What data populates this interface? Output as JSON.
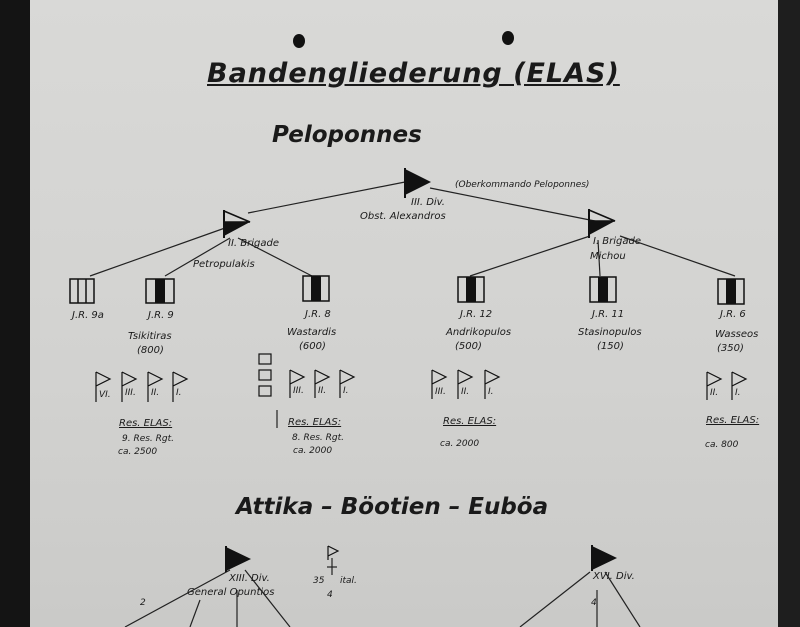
{
  "title": "Bandengliederung (ELAS)",
  "sections": {
    "peloponnes": {
      "heading": "Peloponnes",
      "division": {
        "label": "III. Div.",
        "commander": "Obst. Alexandros",
        "note": "(Oberkommando Peloponnes)"
      },
      "brigades": [
        {
          "label": "II. Brigade",
          "commander": "Petropulakis"
        },
        {
          "label": "I. Brigade",
          "commander": "Michou"
        }
      ],
      "regiments": [
        {
          "label": "J.R. 9a",
          "commander": "",
          "strength": ""
        },
        {
          "label": "J.R. 9",
          "commander": "Tsikitiras",
          "strength": "(800)"
        },
        {
          "label": "J.R. 8",
          "commander": "Wastardis",
          "strength": "(600)"
        },
        {
          "label": "J.R. 12",
          "commander": "Andrikopulos",
          "strength": "(500)"
        },
        {
          "label": "J.R. 11",
          "commander": "Stasinopulos",
          "strength": "(150)"
        },
        {
          "label": "J.R. 6",
          "commander": "Wasseos",
          "strength": "(350)"
        }
      ],
      "battalions": {
        "jr9": [
          "VI.",
          "III.",
          "II.",
          "I."
        ],
        "jr8": [
          "III.",
          "II.",
          "I."
        ],
        "jr12": [
          "III.",
          "II.",
          "I."
        ],
        "jr6": [
          "II.",
          "I."
        ]
      },
      "reserves": [
        {
          "label": "Res. ELAS:",
          "unit": "9. Res. Rgt.",
          "strength": "ca. 2500"
        },
        {
          "label": "Res. ELAS:",
          "unit": "8. Res. Rgt.",
          "strength": "ca. 2000"
        },
        {
          "label": "Res. ELAS:",
          "unit": "",
          "strength": "ca. 2000"
        },
        {
          "label": "Res. ELAS:",
          "unit": "",
          "strength": "ca. 800"
        }
      ]
    },
    "attika": {
      "heading": "Attika – Böotien – Euböa",
      "divisions": [
        {
          "label": "XIII. Div.",
          "commander": "General Opuntios"
        },
        {
          "label": "XVI. Div.",
          "commander": ""
        }
      ],
      "italian": {
        "label": "ital.",
        "num1": "35",
        "num2": "4"
      },
      "markers": [
        "2",
        "4"
      ]
    }
  }
}
